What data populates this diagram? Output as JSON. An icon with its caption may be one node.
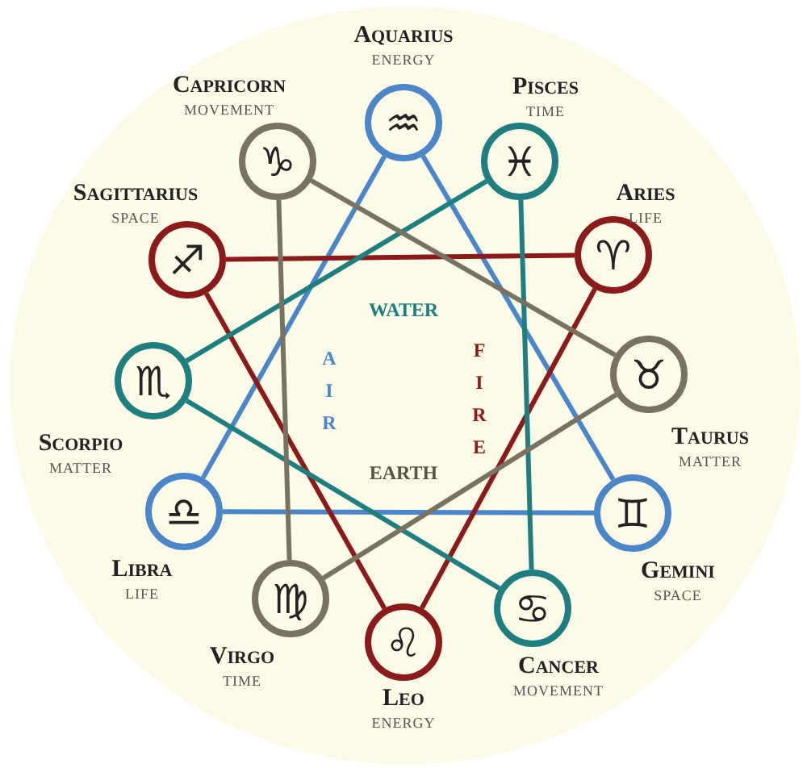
{
  "diagram": {
    "nodes": [
      {
        "text": [
          "Aquarius",
          "ENERGY",
          "♒"
        ]
      },
      {
        "text": [
          "Pisces",
          "TIME",
          "♓"
        ]
      },
      {
        "text": [
          "Aries",
          "LIFE",
          "♈"
        ]
      },
      {
        "text": [
          "♉",
          "Taurus",
          "MATTER"
        ]
      },
      {
        "text": [
          "♊",
          "Gemini",
          "SPACE"
        ]
      },
      {
        "text": [
          "♋",
          "Cancer",
          "MOVEMENT"
        ]
      },
      {
        "text": [
          "♌",
          "Leo",
          "ENERGY"
        ]
      },
      {
        "text": [
          "♍",
          "Virgo",
          "TIME"
        ]
      },
      {
        "text": [
          "♎",
          "Libra",
          "LIFE"
        ]
      },
      {
        "text": [
          "♏",
          "Scorpio",
          "MATTER"
        ]
      },
      {
        "text": [
          "Sagittarius",
          "SPACE",
          "♐"
        ]
      },
      {
        "text": [
          "Capricorn",
          "MOVEMENT",
          "♑"
        ]
      }
    ],
    "edges": [
      {
        "from": 0,
        "to": 4,
        "arrow": "none",
        "color": "#4a86c8"
      },
      {
        "from": 4,
        "to": 8,
        "arrow": "none",
        "color": "#4a86c8"
      },
      {
        "from": 8,
        "to": 0,
        "arrow": "none",
        "color": "#4a86c8"
      },
      {
        "from": 2,
        "to": 6,
        "arrow": "none",
        "color": "#8b1a1a"
      },
      {
        "from": 6,
        "to": 10,
        "arrow": "none",
        "color": "#8b1a1a"
      },
      {
        "from": 10,
        "to": 2,
        "arrow": "none",
        "color": "#8b1a1a"
      },
      {
        "from": 1,
        "to": 5,
        "arrow": "none",
        "color": "#1f7f80"
      },
      {
        "from": 5,
        "to": 9,
        "arrow": "none",
        "color": "#1f7f80"
      },
      {
        "from": 9,
        "to": 1,
        "arrow": "none",
        "color": "#1f7f80"
      },
      {
        "from": 11,
        "to": 3,
        "arrow": "none",
        "color": "#7a7260"
      },
      {
        "from": 3,
        "to": 7,
        "arrow": "none",
        "color": "#7a7260"
      },
      {
        "from": 7,
        "to": 11,
        "arrow": "none",
        "color": "#7a7260"
      }
    ],
    "labels": [
      "WATER",
      "AIR",
      "FIRE",
      "EARTH"
    ]
  }
}
